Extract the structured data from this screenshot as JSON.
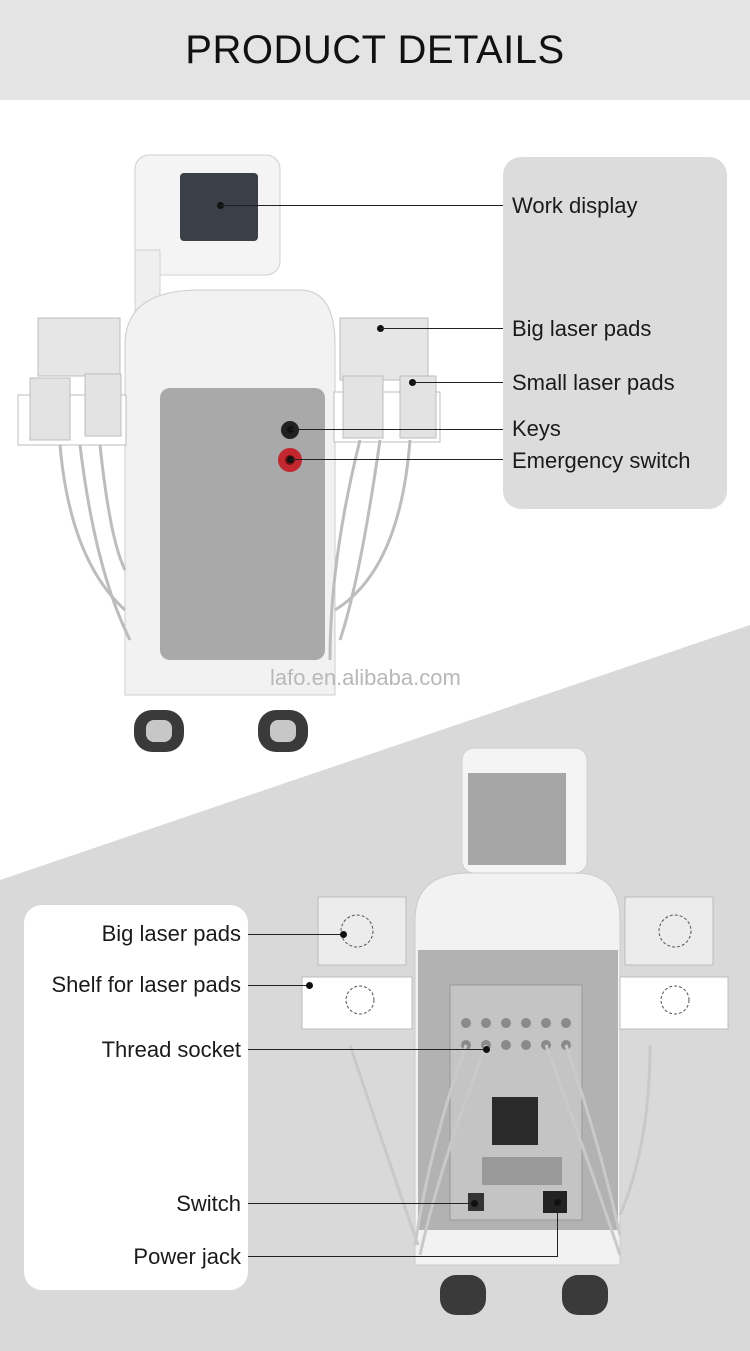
{
  "header": {
    "title": "PRODUCT DETAILS"
  },
  "front_view": {
    "labels": {
      "work_display": "Work display",
      "big_laser_pads": "Big laser pads",
      "small_laser_pads": "Small laser pads",
      "keys": "Keys",
      "emergency_switch": "Emergency switch"
    }
  },
  "watermark": "lafo.en.alibaba.com",
  "back_view": {
    "labels": {
      "big_laser_pads": "Big laser pads",
      "shelf": "Shelf for laser pads",
      "thread_socket": "Thread socket",
      "switch": "Switch",
      "power_jack": "Power jack"
    }
  },
  "colors": {
    "header_bg": "#e4e4e4",
    "panel_bg": "#dcdcdc",
    "lower_bg": "#d9d9d9"
  }
}
